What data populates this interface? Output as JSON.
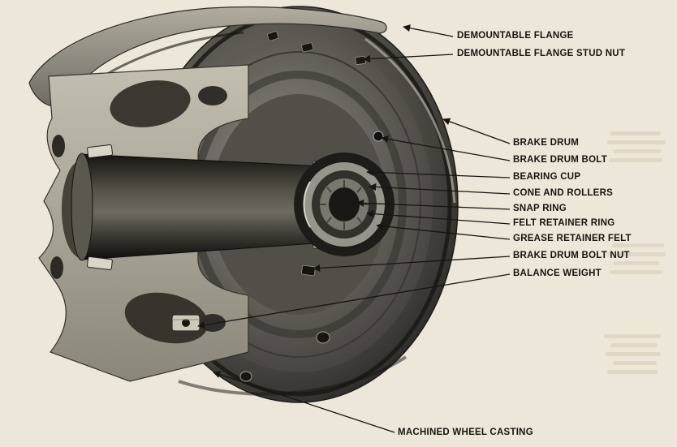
{
  "page": {
    "background_color": "#ece7d8",
    "ink_color": "#17150f"
  },
  "labels": [
    {
      "id": "demountable-flange",
      "text": "DEMOUNTABLE FLANGE"
    },
    {
      "id": "demountable-flange-stud-nut",
      "text": "DEMOUNTABLE FLANGE STUD NUT"
    },
    {
      "id": "brake-drum",
      "text": "BRAKE DRUM"
    },
    {
      "id": "brake-drum-bolt",
      "text": "BRAKE DRUM BOLT"
    },
    {
      "id": "bearing-cup",
      "text": "BEARING CUP"
    },
    {
      "id": "cone-and-rollers",
      "text": "CONE AND ROLLERS"
    },
    {
      "id": "snap-ring",
      "text": "SNAP RING"
    },
    {
      "id": "felt-retainer-ring",
      "text": "FELT RETAINER RING"
    },
    {
      "id": "grease-retainer-felt",
      "text": "GREASE RETAINER FELT"
    },
    {
      "id": "brake-drum-bolt-nut",
      "text": "BRAKE DRUM BOLT NUT"
    },
    {
      "id": "balance-weight",
      "text": "BALANCE WEIGHT"
    },
    {
      "id": "machined-wheel-casting",
      "text": "MACHINED WHEEL CASTING"
    }
  ]
}
